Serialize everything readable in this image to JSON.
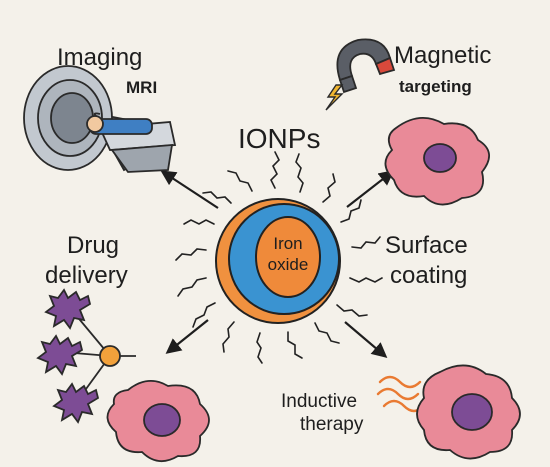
{
  "labels": {
    "imaging": "Imaging",
    "mri": "MRI",
    "magnetic": "Magnetic",
    "targeting": "targeting",
    "ionps": "IONPs",
    "drug_line1": "Drug",
    "drug_line2": "delivery",
    "surface_line1": "Surface",
    "surface_line2": "coating",
    "core_line1": "Iron",
    "core_line2": "oxide",
    "inductive_line1": "Inductive",
    "inductive_line2": "therapy"
  },
  "colors": {
    "background": "#f4f1ea",
    "shell": "#3a93d1",
    "core": "#ef8a3a",
    "cell": "#e98a98",
    "nucleus": "#7d4c95",
    "drug": "#7d4c95",
    "branch_node": "#f2a13b",
    "magnet_red": "#d9493b",
    "magnet_gray": "#5a5e66",
    "bolt": "#f2b731",
    "mri_body": "#b9bfc6",
    "patient": "#3f7fc3",
    "waves": "#e97a32"
  },
  "icons": [
    "mri-scanner-icon",
    "horseshoe-magnet-icon",
    "lightning-bolt-icon",
    "cancer-cell-icon",
    "drug-molecule-icon",
    "heat-waves-icon"
  ]
}
